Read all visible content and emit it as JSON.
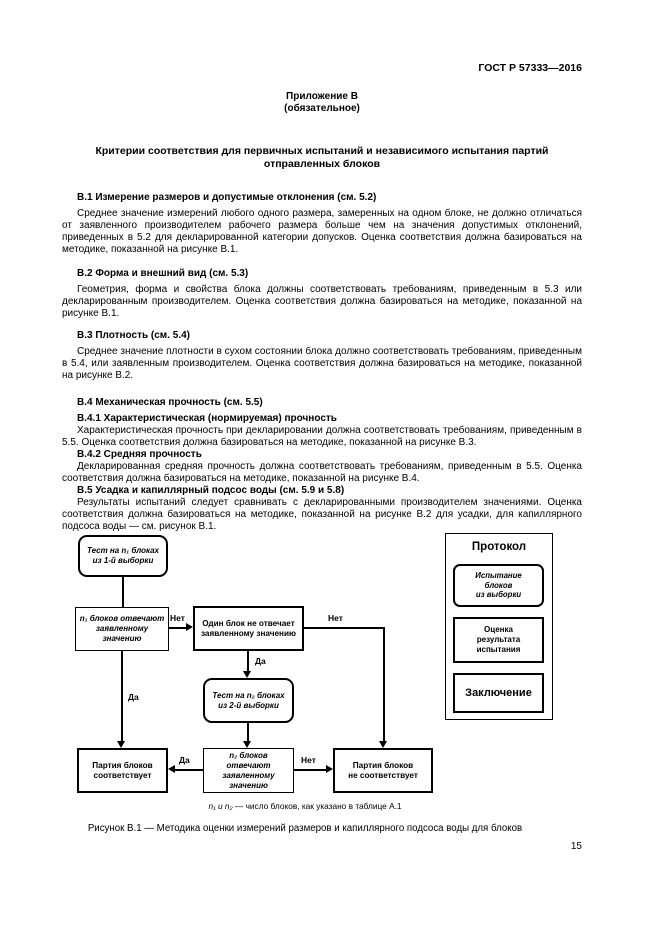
{
  "header": {
    "standard": "ГОСТ Р 57333—2016",
    "page_number": "15"
  },
  "appendix": {
    "label": "Приложение В",
    "kind": "(обязательное)",
    "title": "Критерии соответствия для первичных испытаний и независимого испытания партий\nотправленных блоков"
  },
  "sections": [
    {
      "heading": "В.1 Измерение размеров и допустимые отклонения (см. 5.2)",
      "body": "Среднее значение измерений любого одного размера, замеренных на одном блоке, не должно отличаться от заявленного производителем рабочего размера больше чем на значения допустимых отклонений, приведенных в 5.2 для декларированной категории допусков. Оценка соответствия должна базироваться на методике, показанной на рисунке В.1."
    },
    {
      "heading": "В.2 Форма и внешний вид (см. 5.3)",
      "body": "Геометрия, форма и свойства блока должны соответствовать требованиям, приведенным в 5.3 или декларированным производителем. Оценка соответствия должна базироваться на методике, показанной на рисунке В.1."
    },
    {
      "heading": "В.3 Плотность (см. 5.4)",
      "body": "Среднее значение плотности в сухом состоянии блока должно соответствовать требованиям, приведенным в 5.4, или заявленным производителем. Оценка соответствия должна базироваться на методике, показанной на рисунке В.2."
    },
    {
      "heading": "В.4 Механическая прочность (см. 5.5)",
      "body": ""
    },
    {
      "heading": "В.4.1 Характеристическая (нормируемая) прочность",
      "body": "Характеристическая прочность при декларировании должна соответствовать требованиям, приведенным в 5.5. Оценка соответствия должна базироваться на методике, показанной на рисунке В.3."
    },
    {
      "heading": "В.4.2 Средняя прочность",
      "body": "Декларированная средняя прочность должна соответствовать требованиям, приведенным в 5.5. Оценка соответствия должна базироваться на методике, показанной на рисунке В.4."
    },
    {
      "heading": "В.5 Усадка и капиллярный подсос воды (см. 5.9 и 5.8)",
      "body": "Результаты испытаний следует сравнивать с декларированными производителем значениями. Оценка соответствия должна базироваться на методике, показанной на рисунке В.2 для усадки, для капиллярного подсоса воды — см. рисунок В.1."
    }
  ],
  "figure": {
    "boxes": {
      "test1": "Тест на n₁ блоках\nиз 1-й выборки",
      "n1_check": "n₁ блоков отвечают\nзаявленному\nзначению",
      "one_block": "Один блок не отвечает\nзаявленному значению",
      "test2": "Тест на n₂ блоках\nиз 2-й выборки",
      "batch_ok": "Партия блоков\nсоответствует",
      "n2_check": "n₂ блоков\nотвечают\nзаявленному\nзначению",
      "batch_fail": "Партия блоков\nне соответствует"
    },
    "labels": {
      "yes": "Да",
      "no": "Нет"
    },
    "protocol": {
      "title": "Протокол",
      "step1": "Испытание\nблоков\nиз выборки",
      "step2": "Оценка\nрезультата\nиспытания",
      "step3": "Заключение"
    },
    "footnote_vars": "n₁ и n₂",
    "footnote_rest": " — число блоков, как указано в таблице А.1",
    "caption": "Рисунок В.1 — Методика оценки измерений размеров и капиллярного подсоса воды для блоков"
  }
}
